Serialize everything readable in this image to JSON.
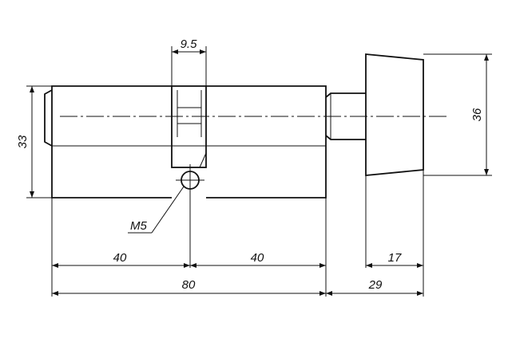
{
  "dimensions": {
    "key_slot_width": "9.5",
    "body_height": "33",
    "knob_height": "36",
    "thread": "M5",
    "left_half": "40",
    "right_half": "40",
    "body_length": "80",
    "knob_width": "17",
    "knob_extension": "29"
  }
}
